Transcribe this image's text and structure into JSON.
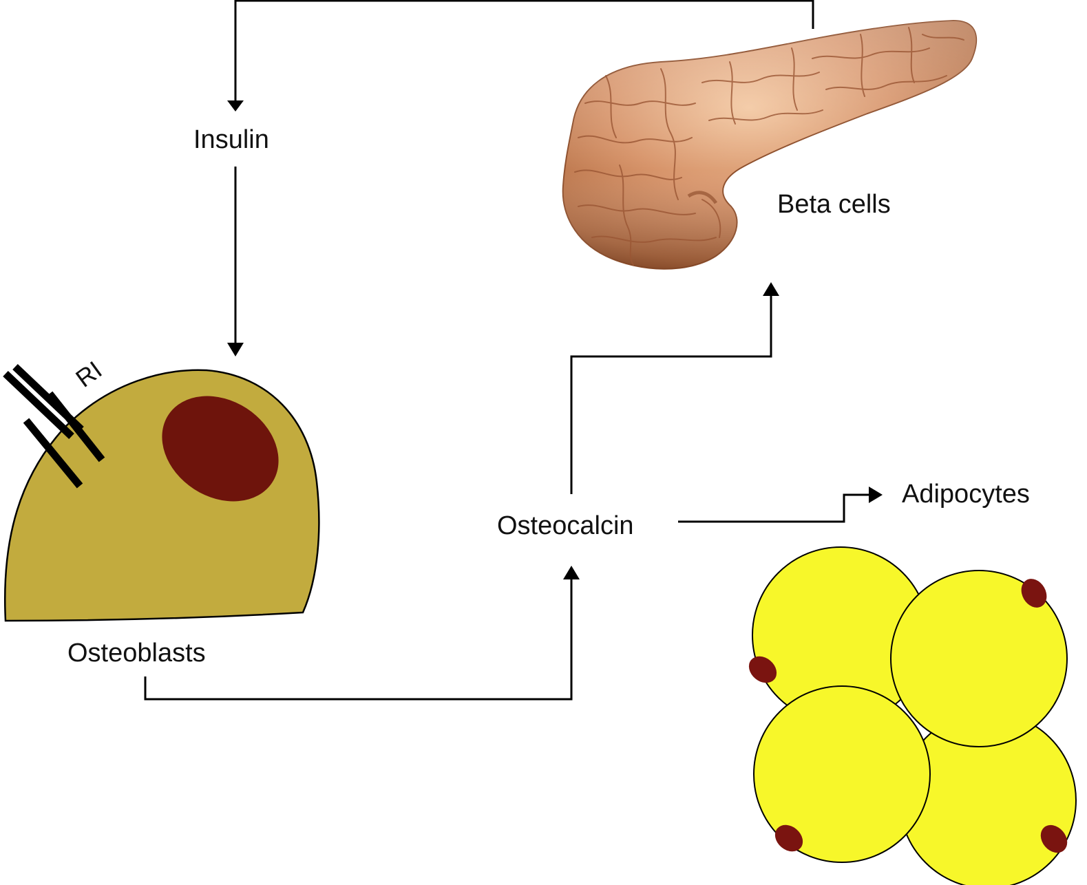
{
  "labels": {
    "insulin": "Insulin",
    "beta_cells": "Beta cells",
    "osteocalcin": "Osteocalcin",
    "adipocytes": "Adipocytes",
    "osteoblasts": "Osteoblasts",
    "receptor": "RI"
  },
  "colors": {
    "arrow": "#000000",
    "osteoblast_body": "#c2ab3e",
    "osteoblast_nucleus": "#6e140c",
    "adipocyte_fill": "#f7f72a",
    "adipocyte_nucleus": "#7a1410",
    "pancreas_base": "#c98358",
    "pancreas_highlight": "#eebc94",
    "pancreas_shadow": "#8e4f2c"
  },
  "icons": {
    "pancreas": "pancreas-organ-icon",
    "osteoblast": "osteoblast-cell-icon",
    "adipocytes": "adipocyte-cluster-icon"
  }
}
